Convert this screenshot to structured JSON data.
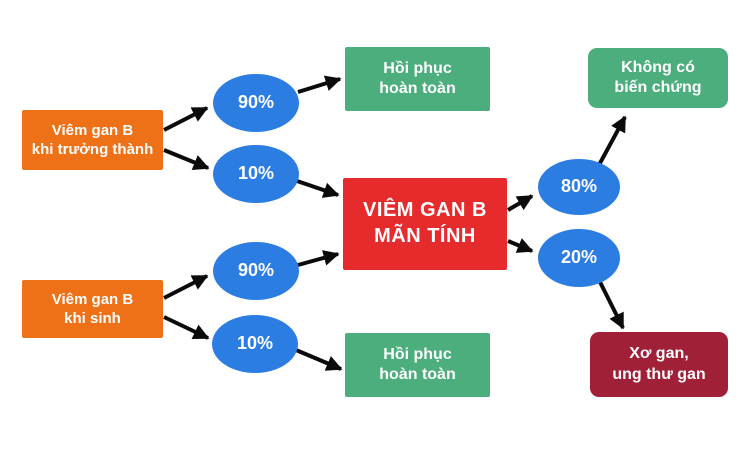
{
  "colors": {
    "orange": "#ee7117",
    "blue": "#2b7de1",
    "green": "#4cad7d",
    "red": "#e62b2d",
    "dark_red": "#a02038",
    "arrow": "#0b0b0b",
    "background": "#ffffff",
    "text": "#ffffff"
  },
  "nodes": {
    "hepb_adult": {
      "text": "Viêm gan B\nkhi trưởng thành"
    },
    "p90_adult": {
      "text": "90%"
    },
    "p10_adult": {
      "text": "10%"
    },
    "recovery_top": {
      "text": "Hồi phục\nhoàn toàn"
    },
    "chronic": {
      "text": "VIÊM GAN B\nMÃN TÍNH"
    },
    "hepb_birth": {
      "text": "Viêm gan B\nkhi sinh"
    },
    "p90_birth": {
      "text": "90%"
    },
    "p10_birth": {
      "text": "10%"
    },
    "recovery_bottom": {
      "text": "Hồi phục\nhoàn toàn"
    },
    "p80": {
      "text": "80%"
    },
    "p20": {
      "text": "20%"
    },
    "no_complications": {
      "text": "Không có\nbiến chứng"
    },
    "cirrhosis": {
      "text": "Xơ gan,\nung thư gan"
    }
  },
  "edges": [
    {
      "from": "hepb_adult",
      "to": "p90_adult"
    },
    {
      "from": "hepb_adult",
      "to": "p10_adult"
    },
    {
      "from": "p90_adult",
      "to": "recovery_top"
    },
    {
      "from": "p10_adult",
      "to": "chronic"
    },
    {
      "from": "hepb_birth",
      "to": "p90_birth"
    },
    {
      "from": "hepb_birth",
      "to": "p10_birth"
    },
    {
      "from": "p90_birth",
      "to": "chronic"
    },
    {
      "from": "p10_birth",
      "to": "recovery_bottom"
    },
    {
      "from": "chronic",
      "to": "p80"
    },
    {
      "from": "chronic",
      "to": "p20"
    },
    {
      "from": "p80",
      "to": "no_complications"
    },
    {
      "from": "p20",
      "to": "cirrhosis"
    }
  ]
}
